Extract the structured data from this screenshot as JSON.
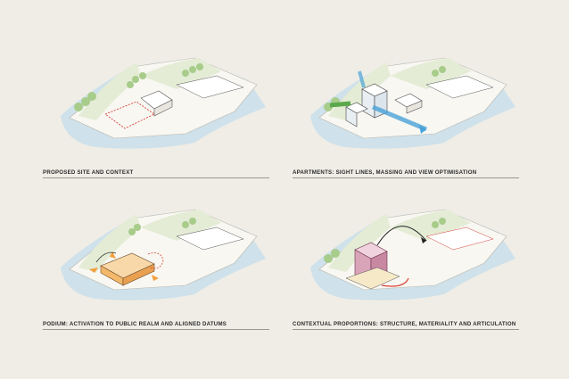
{
  "panels": [
    {
      "caption": "PROPOSED SITE AND CONTEXT"
    },
    {
      "caption": "APARTMENTS: SIGHT LINES, MASSING AND VIEW OPTIMISATION"
    },
    {
      "caption": "PODIUM: ACTIVATION TO PUBLIC REALM AND ALIGNED DATUMS"
    },
    {
      "caption": "CONTEXTUAL PROPORTIONS: STRUCTURE, MATERIALITY AND ARTICULATION"
    }
  ],
  "colors": {
    "background": "#efede6",
    "water": "#cfe1ea",
    "land": "#f8f7f2",
    "hill": "#e4ecd6",
    "tree": "#a8cc8a",
    "site_outline": "#d9433a",
    "view_blue": "#4aa3d8",
    "view_green": "#5aa94b",
    "podium": "#f4b86a",
    "tower": "#d9a3b8",
    "arrow_orange": "#f0a040"
  }
}
